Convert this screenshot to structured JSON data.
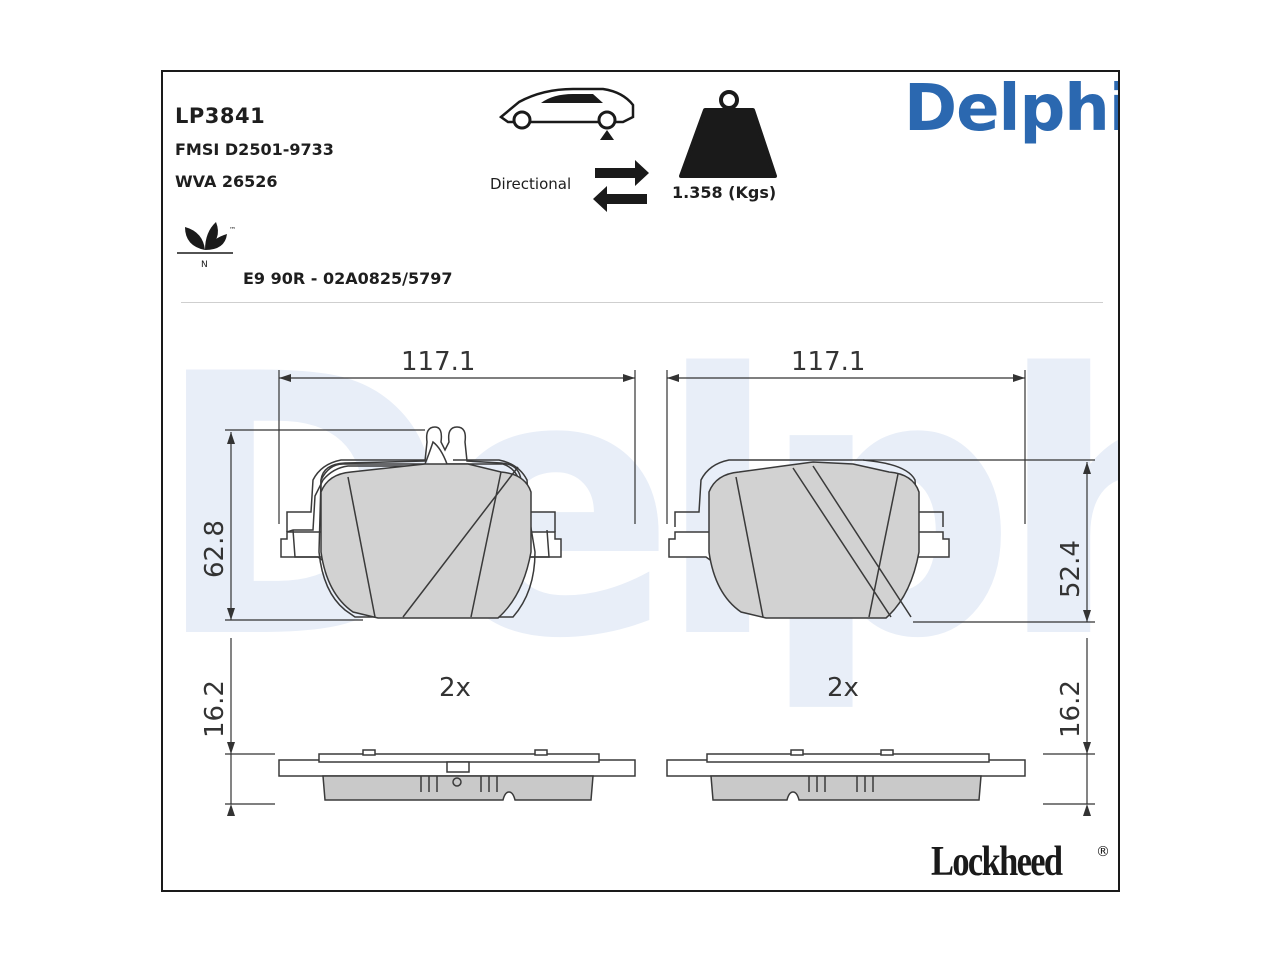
{
  "part": {
    "code": "LP3841",
    "fmsi": "FMSI D2501-9733",
    "wva": "WVA 26526",
    "approval": "E9 90R - 02A0825/5797",
    "directional_label": "Directional",
    "weight": "1.358 (Kgs)"
  },
  "brand": {
    "name": "Delphi",
    "watermark": "Delphi",
    "sub_brand": "Lockheed",
    "registered_mark": "®",
    "color": "#2b68b0"
  },
  "eco_mark": {
    "letter": "N",
    "tm": "™"
  },
  "dimensions": {
    "left_pad": {
      "width": "117.1",
      "height": "62.8",
      "thickness": "16.2",
      "quantity": "2x"
    },
    "right_pad": {
      "width": "117.1",
      "height": "52.4",
      "thickness": "16.2",
      "quantity": "2x"
    }
  },
  "icons": [
    "car-axle-icon",
    "direction-arrows-icon",
    "weight-icon",
    "leaf-icon"
  ]
}
